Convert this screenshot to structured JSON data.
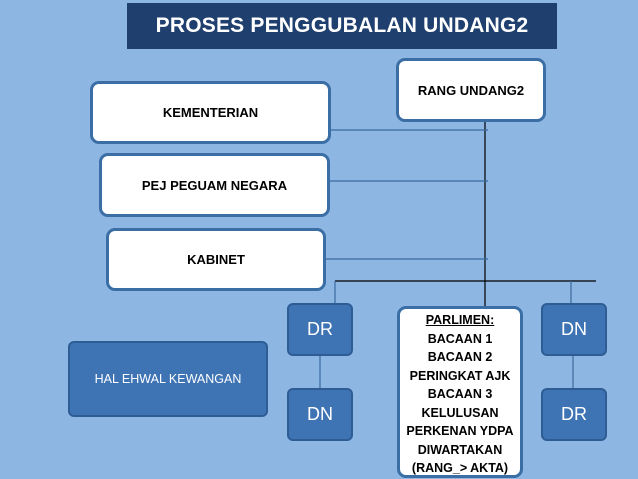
{
  "title": "PROSES PENGGUBALAN UNDANG2",
  "nodes": {
    "rang_undang2": "RANG UNDANG2",
    "kementerian": "KEMENTERIAN",
    "pej_peguam_negara": "PEJ PEGUAM NEGARA",
    "kabinet": "KABINET",
    "hal_ehwal_kewangan": "HAL EHWAL KEWANGAN",
    "dr_left": "DR",
    "dn_left": "DN",
    "dn_right": "DN",
    "dr_right": "DR"
  },
  "parlimen": {
    "heading": "PARLIMEN:",
    "steps": [
      "BACAAN 1",
      "BACAAN 2",
      "PERINGKAT AJK",
      "BACAAN 3",
      "KELULUSAN",
      "PERKENAN YDPA",
      "DIWARTAKAN",
      "(RANG_> AKTA)"
    ]
  },
  "colors": {
    "background": "#8db6e2",
    "title_fill": "#1f3f6e",
    "box_border": "#3a6ea5",
    "blue_fill": "#3e74b4",
    "line": "#3b6aa0"
  }
}
